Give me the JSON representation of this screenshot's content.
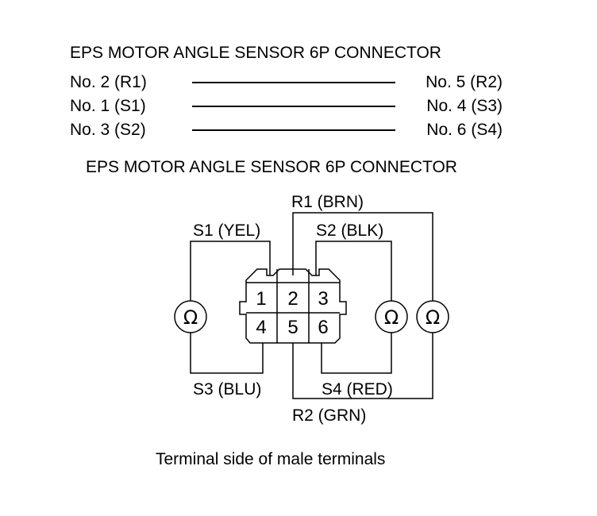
{
  "title_top": "EPS MOTOR ANGLE SENSOR 6P CONNECTOR",
  "pairs": [
    {
      "left": "No. 2 (R1)",
      "right": "No. 5 (R2)"
    },
    {
      "left": "No. 1 (S1)",
      "right": "No. 4 (S3)"
    },
    {
      "left": "No. 3 (S2)",
      "right": "No. 6 (S4)"
    }
  ],
  "title_connector": "EPS MOTOR ANGLE SENSOR 6P CONNECTOR",
  "connector": {
    "terminals_top": [
      "1",
      "2",
      "3"
    ],
    "terminals_bottom": [
      "4",
      "5",
      "6"
    ]
  },
  "wires": {
    "r1": "R1 (BRN)",
    "s1": "S1 (YEL)",
    "s2": "S2 (BLK)",
    "s3": "S3 (BLU)",
    "s4": "S4 (RED)",
    "r2": "R2 (GRN)"
  },
  "ohm_symbol": "Ω",
  "caption": "Terminal side of male terminals"
}
